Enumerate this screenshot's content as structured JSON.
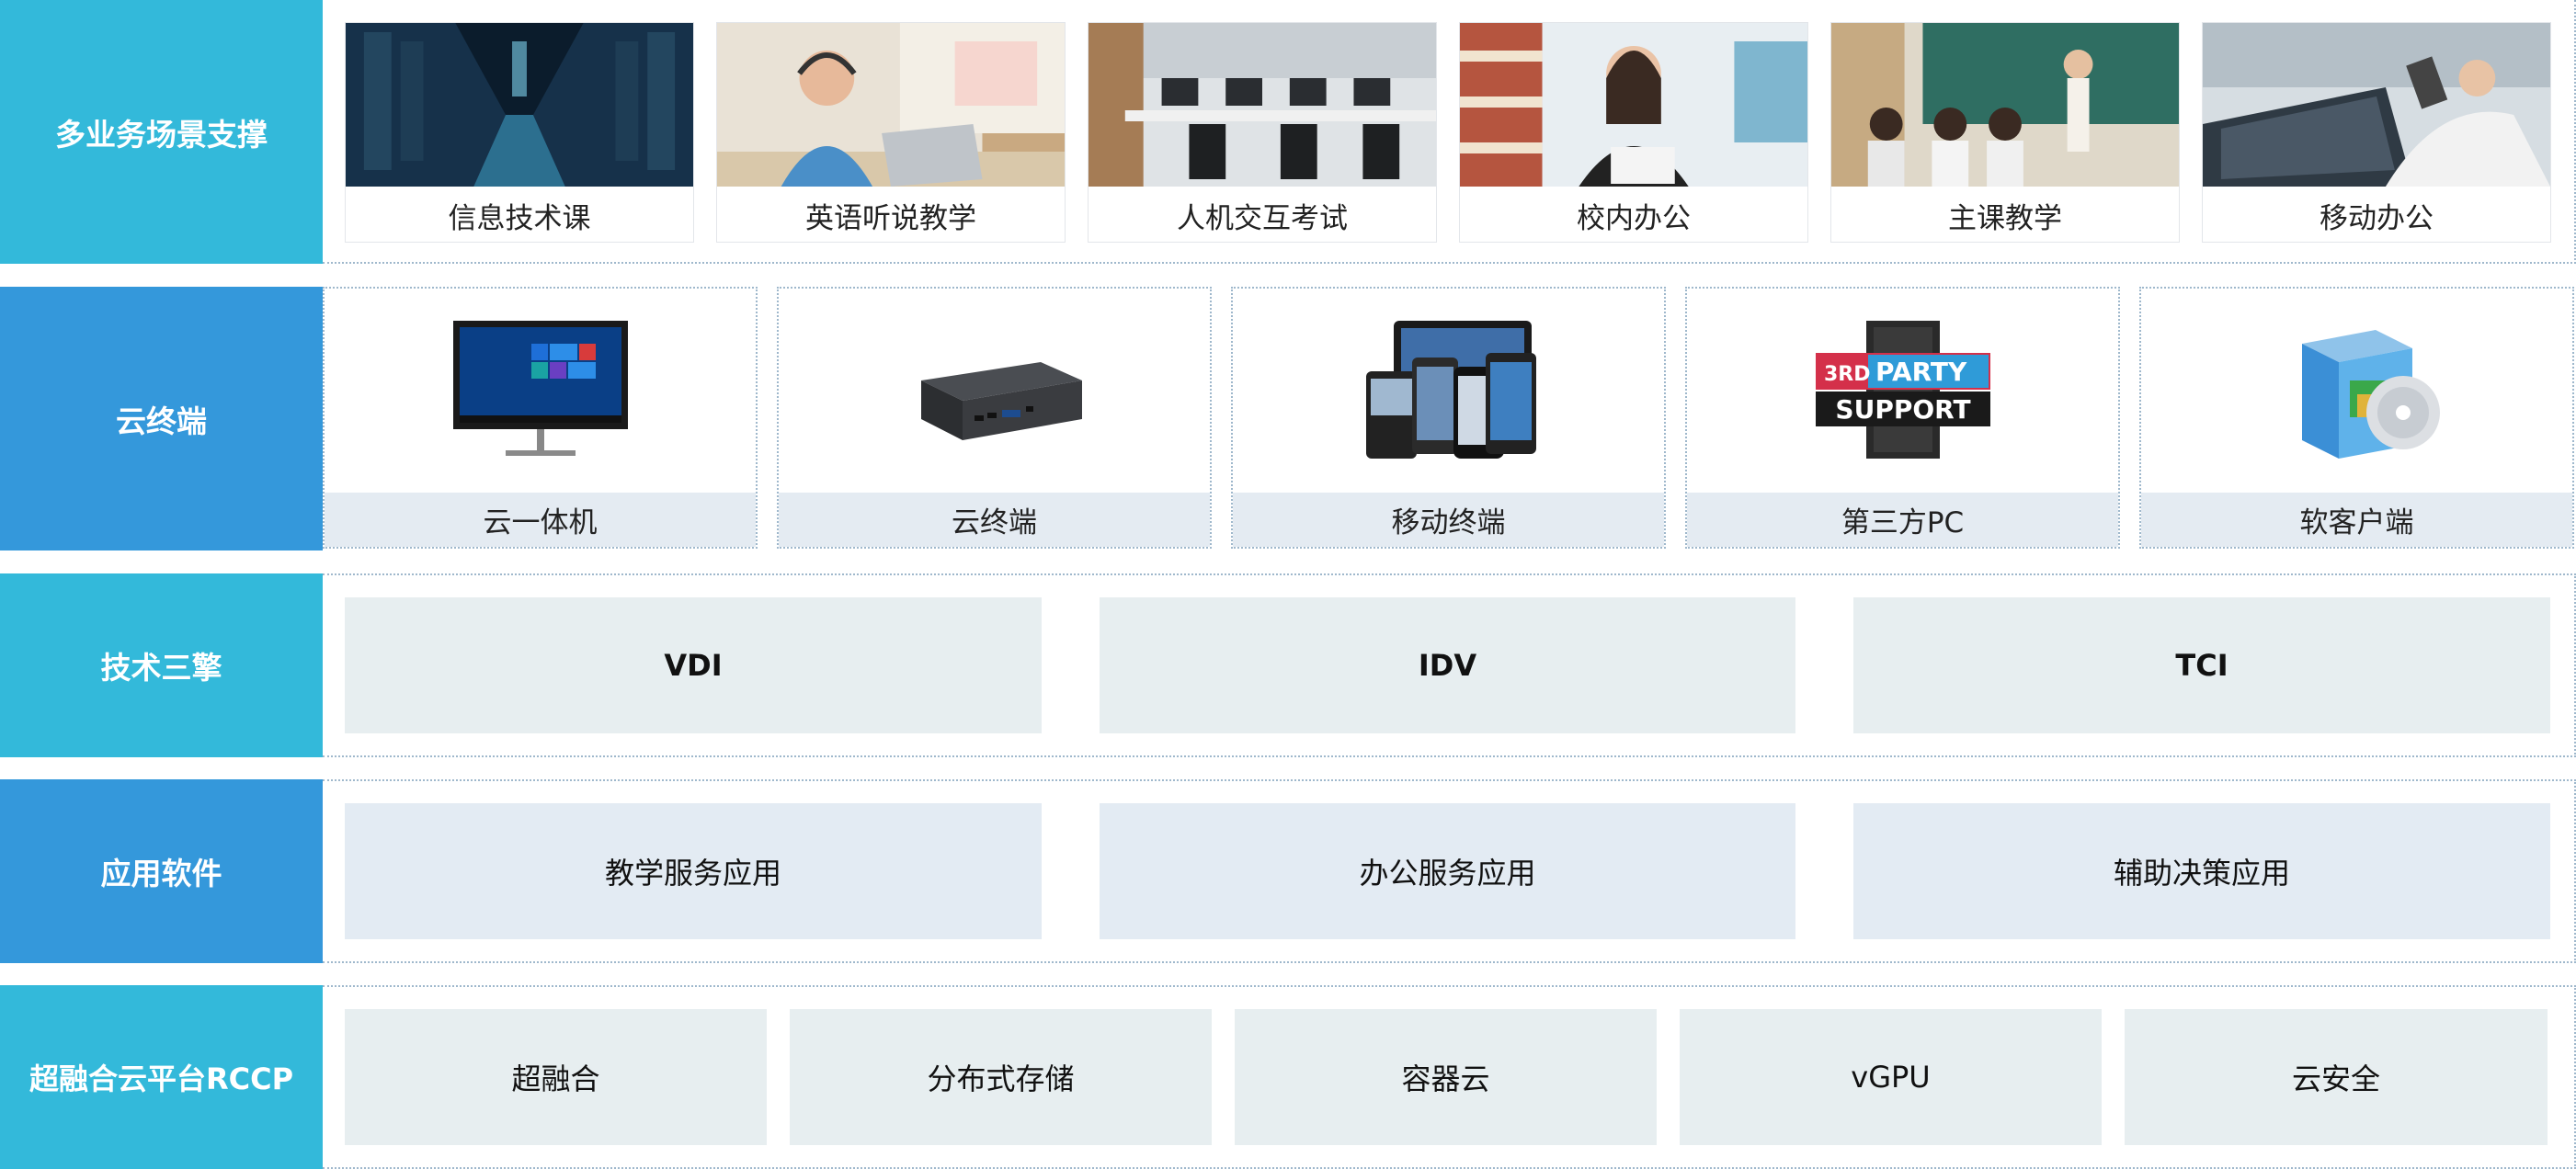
{
  "colors": {
    "label_teal": "#33b9da",
    "label_blue": "#3498db",
    "box_fill": "#e7eef0",
    "border": "#9fb8cc"
  },
  "rows": {
    "scenarios": {
      "label": "多业务场景支撑",
      "items": [
        {
          "label": "信息技术课",
          "photo": "server-room-photo"
        },
        {
          "label": "英语听说教学",
          "photo": "student-headset-photo"
        },
        {
          "label": "人机交互考试",
          "photo": "computer-lab-photo"
        },
        {
          "label": "校内办公",
          "photo": "office-worker-photo"
        },
        {
          "label": "主课教学",
          "photo": "classroom-teacher-photo"
        },
        {
          "label": "移动办公",
          "photo": "laptop-phone-photo"
        }
      ]
    },
    "terminals": {
      "label": "云终端",
      "items": [
        {
          "label": "云一体机",
          "icon": "monitor-icon"
        },
        {
          "label": "云终端",
          "icon": "mini-pc-icon"
        },
        {
          "label": "移动终端",
          "icon": "mobile-devices-icon"
        },
        {
          "label": "第三方PC",
          "icon": "third-party-support-icon",
          "badge_line1_prefix": "3RD",
          "badge_line1": "PARTY",
          "badge_line2": "SUPPORT"
        },
        {
          "label": "软客户端",
          "icon": "software-box-icon"
        }
      ]
    },
    "engines": {
      "label": "技术三擎",
      "items": [
        "VDI",
        "IDV",
        "TCI"
      ]
    },
    "apps": {
      "label": "应用软件",
      "items": [
        "教学服务应用",
        "办公服务应用",
        "辅助决策应用"
      ]
    },
    "platform": {
      "label": "超融合云平台RCCP",
      "items": [
        "超融合",
        "分布式存储",
        "容器云",
        "vGPU",
        "云安全"
      ]
    }
  }
}
